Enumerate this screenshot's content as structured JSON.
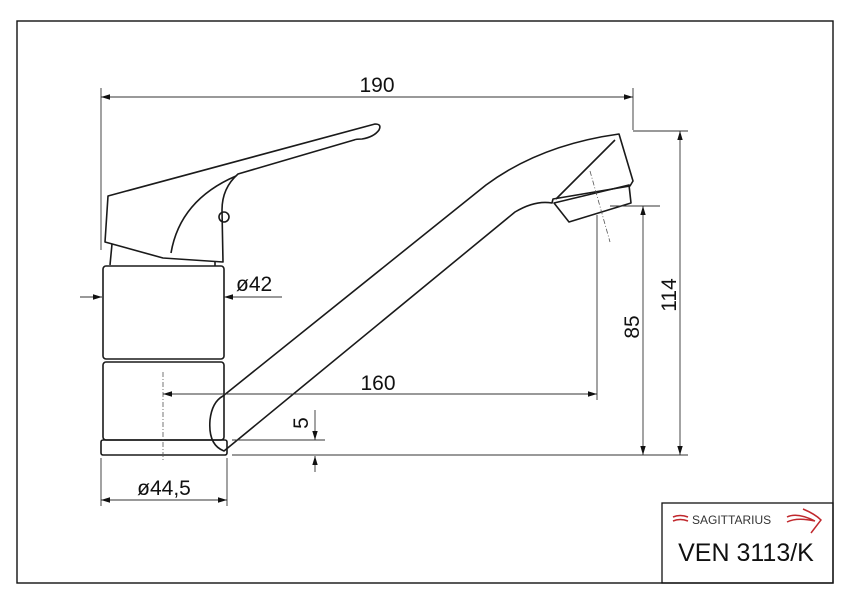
{
  "dimensions": {
    "overall_length": "190",
    "spout_reach": "160",
    "overall_height": "114",
    "spout_height": "85",
    "base_thickness": "5",
    "body_diameter": "ø42",
    "base_diameter": "ø44,5"
  },
  "title_block": {
    "brand_logo": "SAGITTARIUS",
    "model": "VEN 3113/K",
    "brand_color": "#c0282d"
  }
}
